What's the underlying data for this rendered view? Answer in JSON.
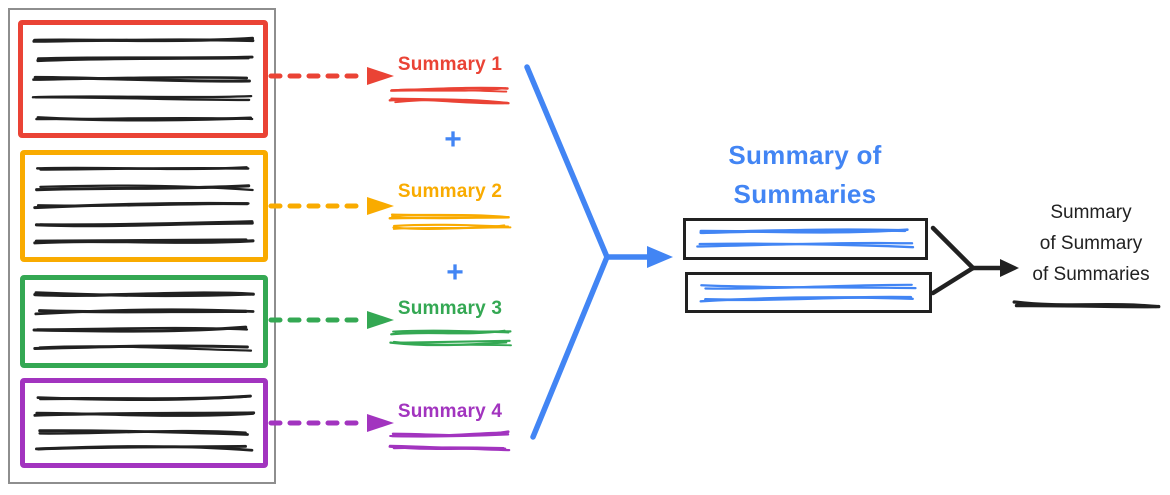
{
  "colors": {
    "red": "#EA4335",
    "yellow": "#F9AB00",
    "green": "#34A853",
    "purple": "#A234BF",
    "blue": "#4285F4",
    "ink": "#212121",
    "panel_border": "#8E8E8E"
  },
  "source_documents": [
    {
      "name": "document-1",
      "color": "#EA4335",
      "text_lines": 5
    },
    {
      "name": "document-2",
      "color": "#F9AB00",
      "text_lines": 5
    },
    {
      "name": "document-3",
      "color": "#34A853",
      "text_lines": 4
    },
    {
      "name": "document-4",
      "color": "#A234BF",
      "text_lines": 4
    }
  ],
  "summaries": [
    {
      "label": "Summary 1",
      "color": "#EA4335"
    },
    {
      "label": "Summary 2",
      "color": "#F9AB00"
    },
    {
      "label": "Summary 3",
      "color": "#34A853"
    },
    {
      "label": "Summary 4",
      "color": "#A234BF"
    }
  ],
  "operators": {
    "plus": "+"
  },
  "summary_of_summaries": {
    "title_lines": [
      "Summary of",
      "Summaries"
    ],
    "color": "#4285F4",
    "box_count": 2
  },
  "final_summary": {
    "label_lines": [
      "Summary",
      "of Summary",
      "of Summaries"
    ],
    "color": "#212121"
  }
}
